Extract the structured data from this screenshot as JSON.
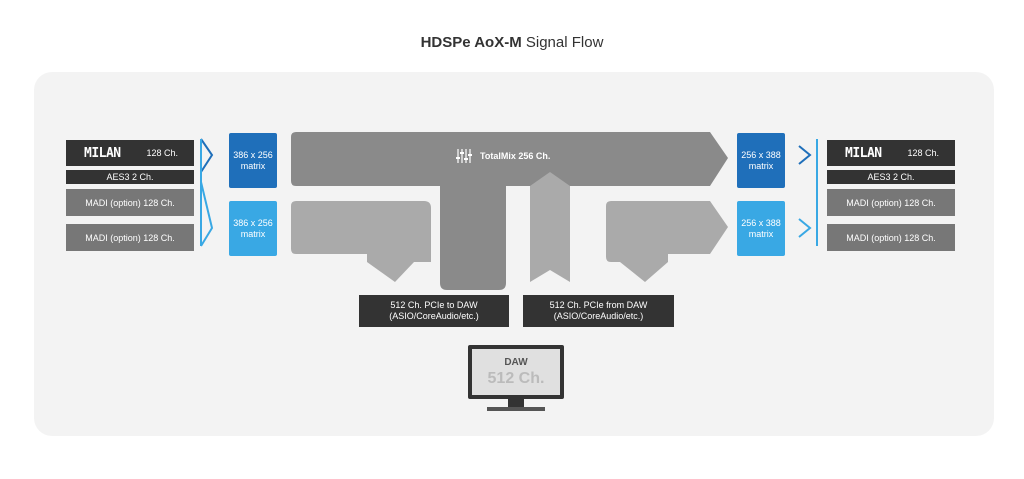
{
  "title": {
    "bold": "HDSPe AoX-M",
    "rest": " Signal Flow"
  },
  "inputs": {
    "milan_logo": "MILAN",
    "milan_channels": "128 Ch.",
    "aes3": "AES3 2 Ch.",
    "madi1": "MADI (option) 128 Ch.",
    "madi2": "MADI (option) 128 Ch."
  },
  "outputs": {
    "milan_logo": "MILAN",
    "milan_channels": "128 Ch.",
    "aes3": "AES3 2 Ch.",
    "madi1": "MADI (option) 128 Ch.",
    "madi2": "MADI (option) 128 Ch."
  },
  "matrices": {
    "in_top": {
      "size": "386 x 256",
      "label": "matrix"
    },
    "in_bottom": {
      "size": "386 x 256",
      "label": "matrix"
    },
    "out_top": {
      "size": "256 x 388",
      "label": "matrix"
    },
    "out_bottom": {
      "size": "256 x 388",
      "label": "matrix"
    }
  },
  "totalmix": "TotalMix 256 Ch.",
  "pcie_to": {
    "line1": "512 Ch. PCIe to DAW",
    "line2": "(ASIO/CoreAudio/etc.)"
  },
  "pcie_from": {
    "line1": "512 Ch. PCIe from DAW",
    "line2": "(ASIO/CoreAudio/etc.)"
  },
  "daw": {
    "label": "DAW",
    "channels": "512 Ch."
  },
  "colors": {
    "dark": "#333333",
    "flow_dark": "#8a8a8a",
    "flow_light": "#aaaaaa",
    "matrix_blue": "#1f6fba",
    "matrix_light_blue": "#39a8e4",
    "panel": "#f3f3f3"
  }
}
